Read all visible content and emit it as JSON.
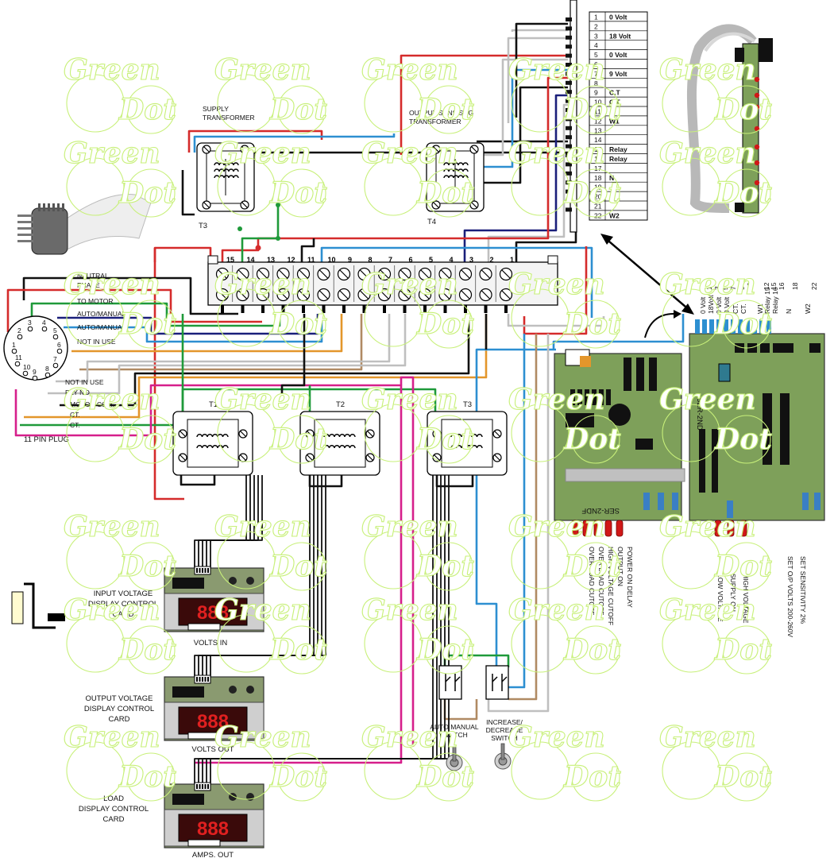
{
  "colors": {
    "red": "#d52b2b",
    "blue": "#2d8fd1",
    "navy": "#1a1f7a",
    "green": "#1f9a3a",
    "black": "#111111",
    "gray": "#bfbfbf",
    "brown": "#b08a63",
    "orange": "#e3962b",
    "magenta": "#d61f8b",
    "pcb_green": "#7ea05a",
    "led_red": "#d01818",
    "watermark": "#c8f07a"
  },
  "watermark": {
    "line1": "Green",
    "line2": "Dot"
  },
  "transformers": {
    "supply": {
      "label": "SUPPLY\nTRANSFORMER",
      "tag": "T3"
    },
    "output_sensing": {
      "label": "OUTPUT SENSISNG\nTRANSFORMER",
      "tag": "T4"
    },
    "ct1": {
      "tag": "T1"
    },
    "ct2": {
      "tag": "T2"
    },
    "ct3": {
      "tag": "T3"
    }
  },
  "terminal_block": {
    "numbers": [
      "15",
      "14",
      "13",
      "12",
      "11",
      "10",
      "9",
      "8",
      "7",
      "6",
      "5",
      "4",
      "3",
      "2",
      "1"
    ]
  },
  "connector_table": {
    "rows": [
      {
        "n": "1",
        "label": "0 Volt"
      },
      {
        "n": "2",
        "label": ""
      },
      {
        "n": "3",
        "label": "18 Volt"
      },
      {
        "n": "4",
        "label": ""
      },
      {
        "n": "5",
        "label": "0 Volt"
      },
      {
        "n": "6",
        "label": ""
      },
      {
        "n": "7",
        "label": "9 Volt"
      },
      {
        "n": "8",
        "label": ""
      },
      {
        "n": "9",
        "label": "C.T"
      },
      {
        "n": "10",
        "label": "C.T"
      },
      {
        "n": "11",
        "label": ""
      },
      {
        "n": "12",
        "label": "W1"
      },
      {
        "n": "13",
        "label": ""
      },
      {
        "n": "14",
        "label": ""
      },
      {
        "n": "15",
        "label": "Relay"
      },
      {
        "n": "16",
        "label": "Relay"
      },
      {
        "n": "17",
        "label": ""
      },
      {
        "n": "18",
        "label": "N"
      },
      {
        "n": "19",
        "label": ""
      },
      {
        "n": "20",
        "label": ""
      },
      {
        "n": "21",
        "label": ""
      },
      {
        "n": "22",
        "label": "W2"
      }
    ]
  },
  "plug": {
    "title": "11 PIN  PLUG",
    "wire_labels": [
      "NEUTRAL",
      "PHASE",
      "TO MOTOR",
      "AUTO/MANUAL",
      "AUTO/MANUAL",
      "NOT IN USE",
      "NOT IN USE",
      "RLY NO.",
      "MOTOR COM.",
      "CT.",
      "CT."
    ],
    "pins": [
      "1",
      "2",
      "3",
      "4",
      "5",
      "6",
      "7",
      "8",
      "9",
      "10",
      "11"
    ]
  },
  "board_headers": {
    "pins": [
      "0 Volt",
      "18Volt",
      "0 Volt",
      "9 Volt",
      "CT.",
      "CT.",
      "W1",
      "Relay 15",
      "Relay 16",
      "N",
      "W2"
    ],
    "nums": [
      "1",
      "3",
      "5",
      "7",
      "9",
      "10",
      "12",
      "15",
      "16",
      "18",
      "22"
    ]
  },
  "boards": {
    "left": {
      "name": "SER-2NDF"
    },
    "right": {
      "name": "SER-2ND"
    }
  },
  "left_board_leds": [
    "POWER ON DELAY",
    "OUTPUT ON",
    "HIGH VOLTAGE CUTOFF",
    "OVER LOAD CUTOFF",
    "OVER LOAD CUTOFF"
  ],
  "right_board_leds": [
    "HIGH VOLTAGE",
    "SUPPLY ON",
    "LOW VOLTAGE"
  ],
  "right_board_pots": [
    "SET SENSITIVITY 2%",
    "SET O/P VOLTS 200-260V"
  ],
  "display_cards": [
    {
      "title": "INPUT VOLTAGE\nDISPLAY CONTROL\nCARD",
      "caption": "VOLTS IN",
      "digits": "888"
    },
    {
      "title": "OUTPUT VOLTAGE\nDISPLAY CONTROL\nCARD",
      "caption": "VOLTS OUT",
      "digits": "888"
    },
    {
      "title": "LOAD\nDISPLAY CONTROL\nCARD",
      "caption": "AMPS. OUT",
      "digits": "888"
    }
  ],
  "switches": {
    "auto_manual": {
      "label": "AUTO MANUAL\nSWITCH"
    },
    "increase_decrease": {
      "label": "INCREASE/\nDECREASE\nSWITCH"
    }
  }
}
